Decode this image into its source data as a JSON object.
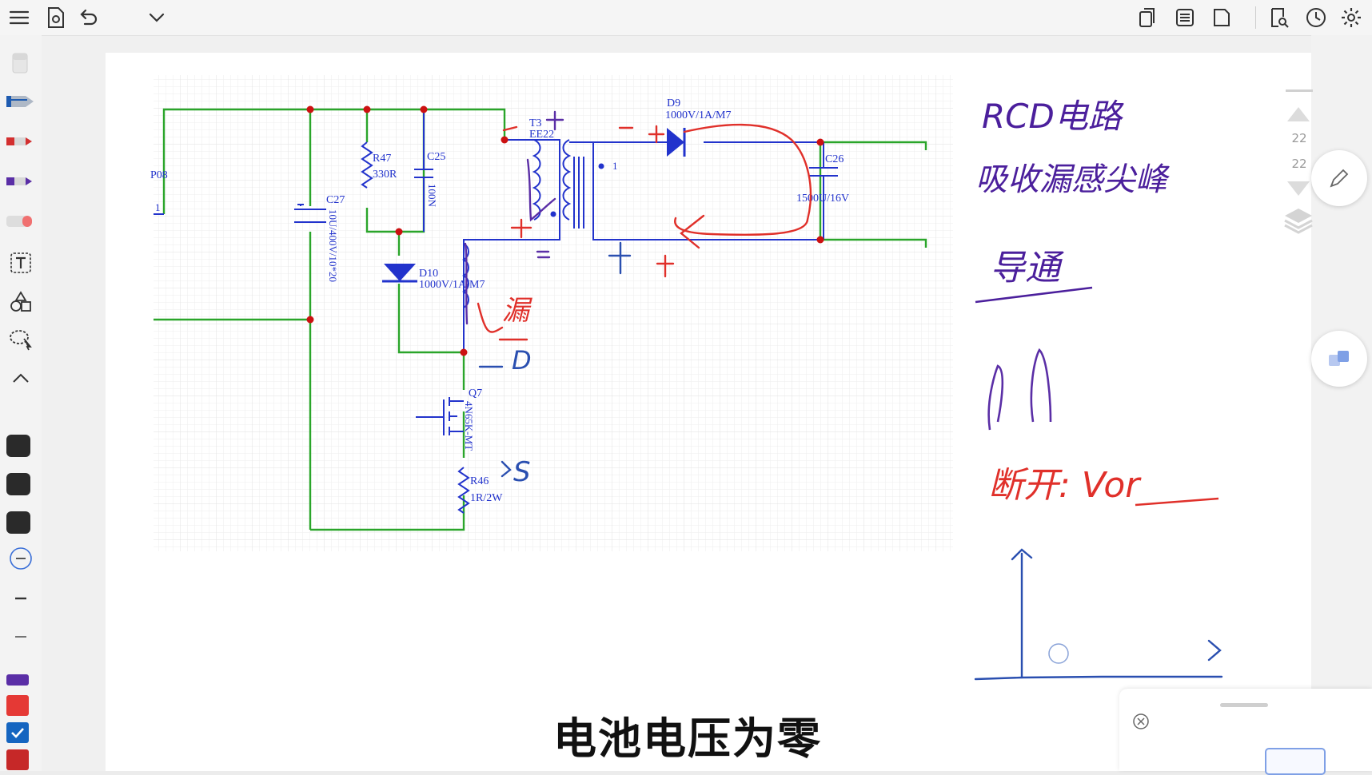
{
  "app": {
    "toolbar_icons": [
      "menu-icon",
      "document-settings-icon",
      "undo-icon",
      "chevron-down-icon",
      "copy-pages-icon",
      "list-icon",
      "page-icon",
      "search-document-icon",
      "history-icon",
      "settings-icon"
    ],
    "left_tools": [
      "eraser-icon",
      "fountain-pen-icon",
      "red-pen-icon",
      "purple-pen-icon",
      "highlighter-icon",
      "text-tool-icon",
      "shapes-icon",
      "lasso-icon",
      "collapse-up-icon"
    ],
    "swatches": [
      "#222222",
      "#222222",
      "#222222"
    ],
    "color_strip": [
      "#5a2ea6",
      "#e03030",
      "#1565c0",
      "#c62828"
    ],
    "page_indicator": {
      "current": "22",
      "total": "22"
    }
  },
  "schematic": {
    "labels": {
      "p08": "P08",
      "p08_pin": "1",
      "c27": "C27",
      "c27_val": "10U/400V/10*20",
      "r47": "R47",
      "r47_val": "330R",
      "c25": "C25",
      "c25_val": "100N",
      "d10": "D10",
      "d10_val": "1000V/1A/M7",
      "t3": "T3",
      "t3_val": "EE22",
      "t3_pin": "1",
      "d9": "D9",
      "d9_val": "1000V/1A/M7",
      "c26": "C26",
      "c26_val": "1500U/16V",
      "q7": "Q7",
      "q7_val": "4N65K-MT",
      "r46": "R46",
      "r46_val": "1R/2W"
    }
  },
  "annotations": {
    "drain_label": "D",
    "source_label": "S",
    "leak_label": "漏",
    "rcd_title": "RCD电路",
    "rcd_desc": "吸收漏感尖峰",
    "conduct": "导通",
    "switch_off": "断开: Vor"
  },
  "subtitle": "电池电压为零"
}
